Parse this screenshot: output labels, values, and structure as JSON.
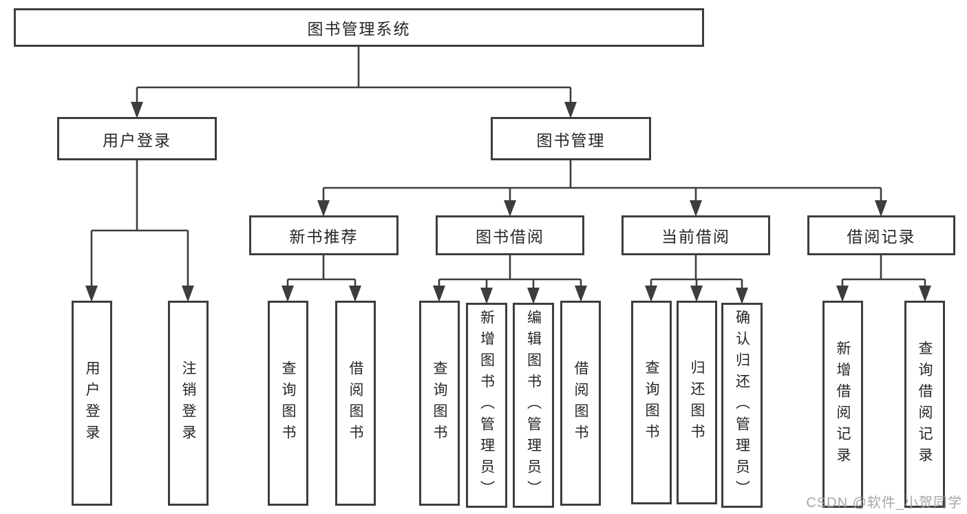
{
  "diagram": {
    "type": "tree-diagram",
    "title": "图书管理系统",
    "watermark": "CSDN @软件_小贺同学",
    "colors": {
      "line": "#3d3d3d",
      "box_border": "#3d3d3d",
      "text": "#262626",
      "background": "#ffffff",
      "watermark": "#9f9f9f"
    },
    "nodes": {
      "root": {
        "label": "图书管理系统"
      },
      "user_login": {
        "label": "用户登录"
      },
      "book_mgmt": {
        "label": "图书管理"
      },
      "new_book_rec": {
        "label": "新书推荐"
      },
      "book_borrow": {
        "label": "图书借阅"
      },
      "current_borrow": {
        "label": "当前借阅"
      },
      "borrow_records": {
        "label": "借阅记录"
      },
      "leaf_user_login": {
        "label": "用户登录"
      },
      "leaf_logout": {
        "label": "注销登录"
      },
      "leaf_query_book_new": {
        "label": "查询图书"
      },
      "leaf_borrow_book_new": {
        "label": "借阅图书"
      },
      "leaf_query_book_borrow": {
        "label": "查询图书"
      },
      "leaf_add_book": {
        "label": "新增图书（管理员）"
      },
      "leaf_edit_book": {
        "label": "编辑图书（管理员）"
      },
      "leaf_borrow_book_borrow": {
        "label": "借阅图书"
      },
      "leaf_query_book_current": {
        "label": "查询图书"
      },
      "leaf_return_book": {
        "label": "归还图书"
      },
      "leaf_confirm_return": {
        "label": "确认归还（管理员）"
      },
      "leaf_add_record": {
        "label": "新增借阅记录"
      },
      "leaf_query_record": {
        "label": "查询借阅记录"
      }
    },
    "edges": [
      {
        "from": "图书管理系统",
        "to": [
          "用户登录",
          "图书管理"
        ]
      },
      {
        "from": "用户登录",
        "to": [
          "用户登录",
          "注销登录"
        ]
      },
      {
        "from": "图书管理",
        "to": [
          "新书推荐",
          "图书借阅",
          "当前借阅",
          "借阅记录"
        ]
      },
      {
        "from": "新书推荐",
        "to": [
          "查询图书",
          "借阅图书"
        ]
      },
      {
        "from": "图书借阅",
        "to": [
          "查询图书",
          "新增图书（管理员）",
          "编辑图书（管理员）",
          "借阅图书"
        ]
      },
      {
        "from": "当前借阅",
        "to": [
          "查询图书",
          "归还图书",
          "确认归还（管理员）"
        ]
      },
      {
        "from": "借阅记录",
        "to": [
          "新增借阅记录",
          "查询借阅记录"
        ]
      }
    ]
  }
}
